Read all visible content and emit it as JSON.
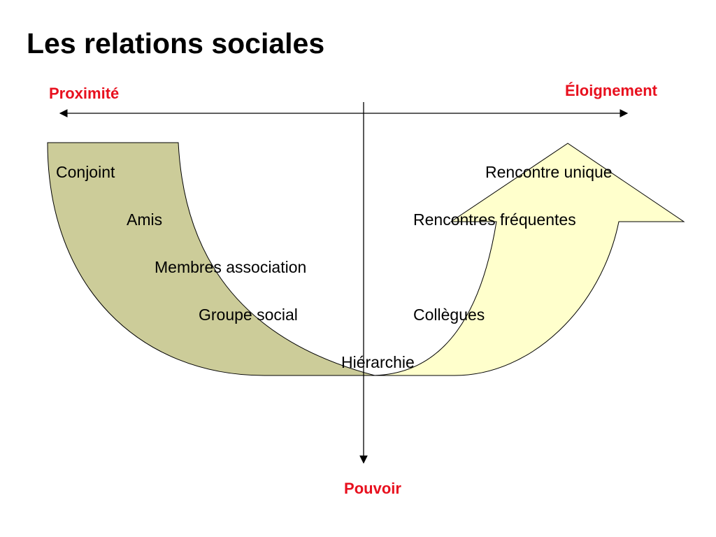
{
  "slide": {
    "title": "Les relations sociales"
  },
  "axes": {
    "left_label": "Proximité",
    "right_label": "Éloignement",
    "bottom_label": "Pouvoir",
    "label_color": "#e8101e"
  },
  "left_arrow": {
    "fill_color": "#cccc99",
    "labels": [
      "Conjoint",
      "Amis",
      "Membres association",
      "Groupe social"
    ]
  },
  "right_arrow": {
    "fill_color": "#ffffcc",
    "labels": [
      "Rencontre unique",
      "Rencontres fréquentes",
      "Collègues"
    ]
  },
  "center_label": "Hiérarchie"
}
